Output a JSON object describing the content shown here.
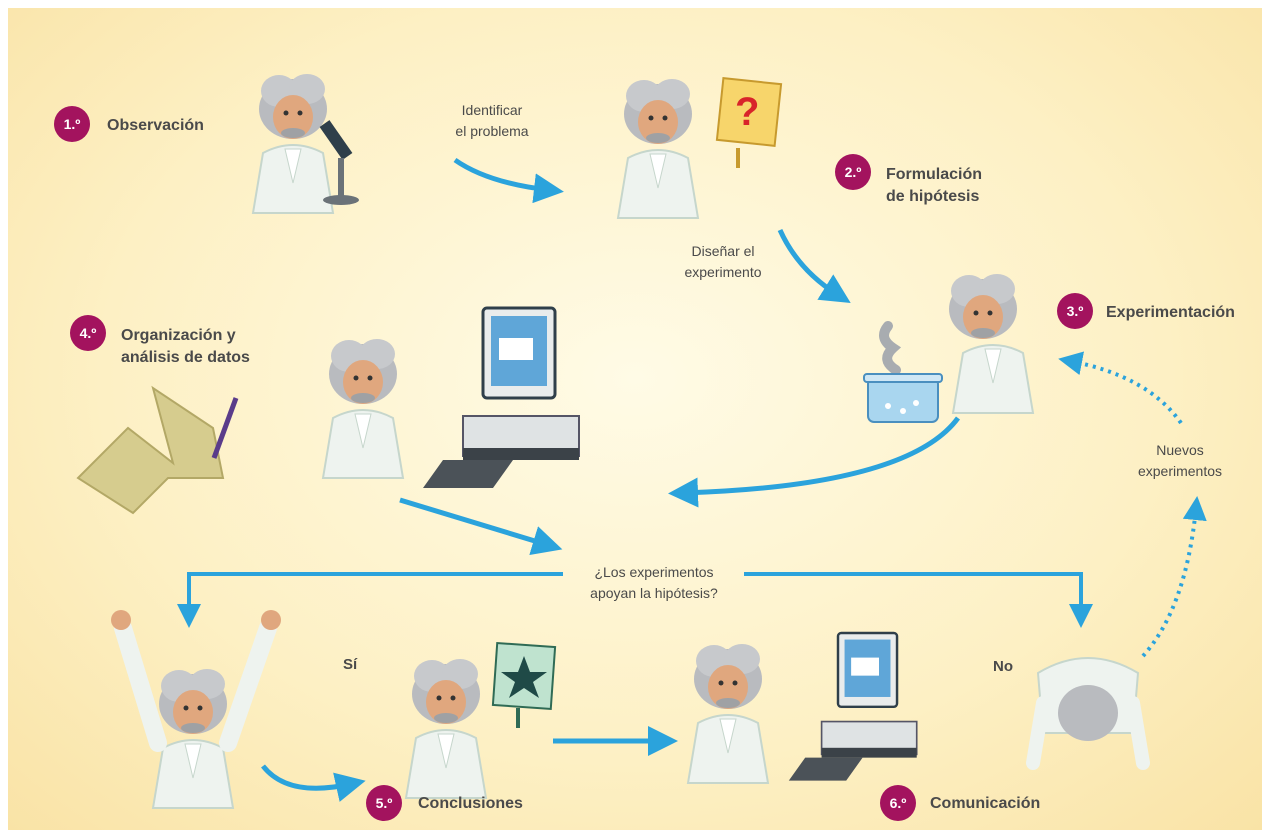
{
  "steps": [
    {
      "number": "1.º",
      "label": "Observación"
    },
    {
      "number": "2.º",
      "label": "Formulación\nde hipótesis"
    },
    {
      "number": "3.º",
      "label": "Experimentación"
    },
    {
      "number": "4.º",
      "label": "Organización y\nanálisis de datos"
    },
    {
      "number": "5.º",
      "label": "Conclusiones"
    },
    {
      "number": "6.º",
      "label": "Comunicación"
    }
  ],
  "transitions": {
    "identify": "Identificar\nel problema",
    "design": "Diseñar el\nexperimento",
    "question": "¿Los experimentos\napoyan la hipótesis?",
    "new_experiments": "Nuevos\nexperimentos"
  },
  "answers": {
    "yes": "Sí",
    "no": "No"
  },
  "question_mark": "?",
  "colors": {
    "badge": "#a3135e",
    "arrow": "#2ba3dc",
    "text": "#4a4a4a"
  }
}
